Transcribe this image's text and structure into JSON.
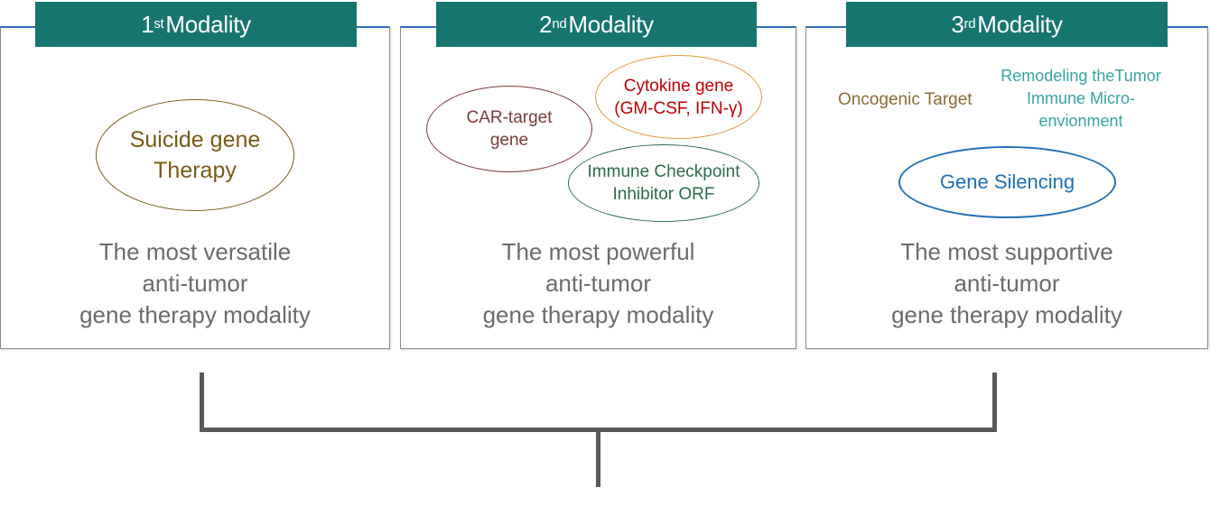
{
  "modalities": [
    {
      "num": "1",
      "ord": "st",
      "word": "Modality",
      "oval": {
        "line1": "Suicide gene",
        "line2": "Therapy"
      },
      "desc": [
        "The most versatile",
        "anti-tumor",
        "gene therapy modality"
      ]
    },
    {
      "num": "2",
      "ord": "nd",
      "word": "Modality",
      "ovals": [
        {
          "line1": "CAR-target",
          "line2": "gene"
        },
        {
          "line1": "Cytokine gene",
          "line2": "(GM-CSF, IFN-γ)"
        },
        {
          "line1": "Immune Checkpoint",
          "line2": "Inhibitor ORF"
        }
      ],
      "desc": [
        "The most powerful",
        "anti-tumor",
        "gene therapy modality"
      ]
    },
    {
      "num": "3",
      "ord": "rd",
      "word": "Modality",
      "label_left": "Oncogenic Target",
      "label_right": [
        "Remodeling theTumor",
        "Immune Micro-",
        "envionment"
      ],
      "oval": {
        "line1": "Gene Silencing"
      },
      "desc": [
        "The most supportive",
        "anti-tumor",
        "gene therapy modality"
      ]
    }
  ],
  "colors": {
    "header_bg": "#177570",
    "suicide": "#7a5a19",
    "car_target": "#7b3b3b",
    "cytokine_text": "#c00000",
    "cytokine_border": "#e39a3c",
    "checkpoint": "#2e6b48",
    "oncogenic": "#8a6a33",
    "remodeling": "#37a3a3",
    "silencing": "#1f6fb8"
  }
}
